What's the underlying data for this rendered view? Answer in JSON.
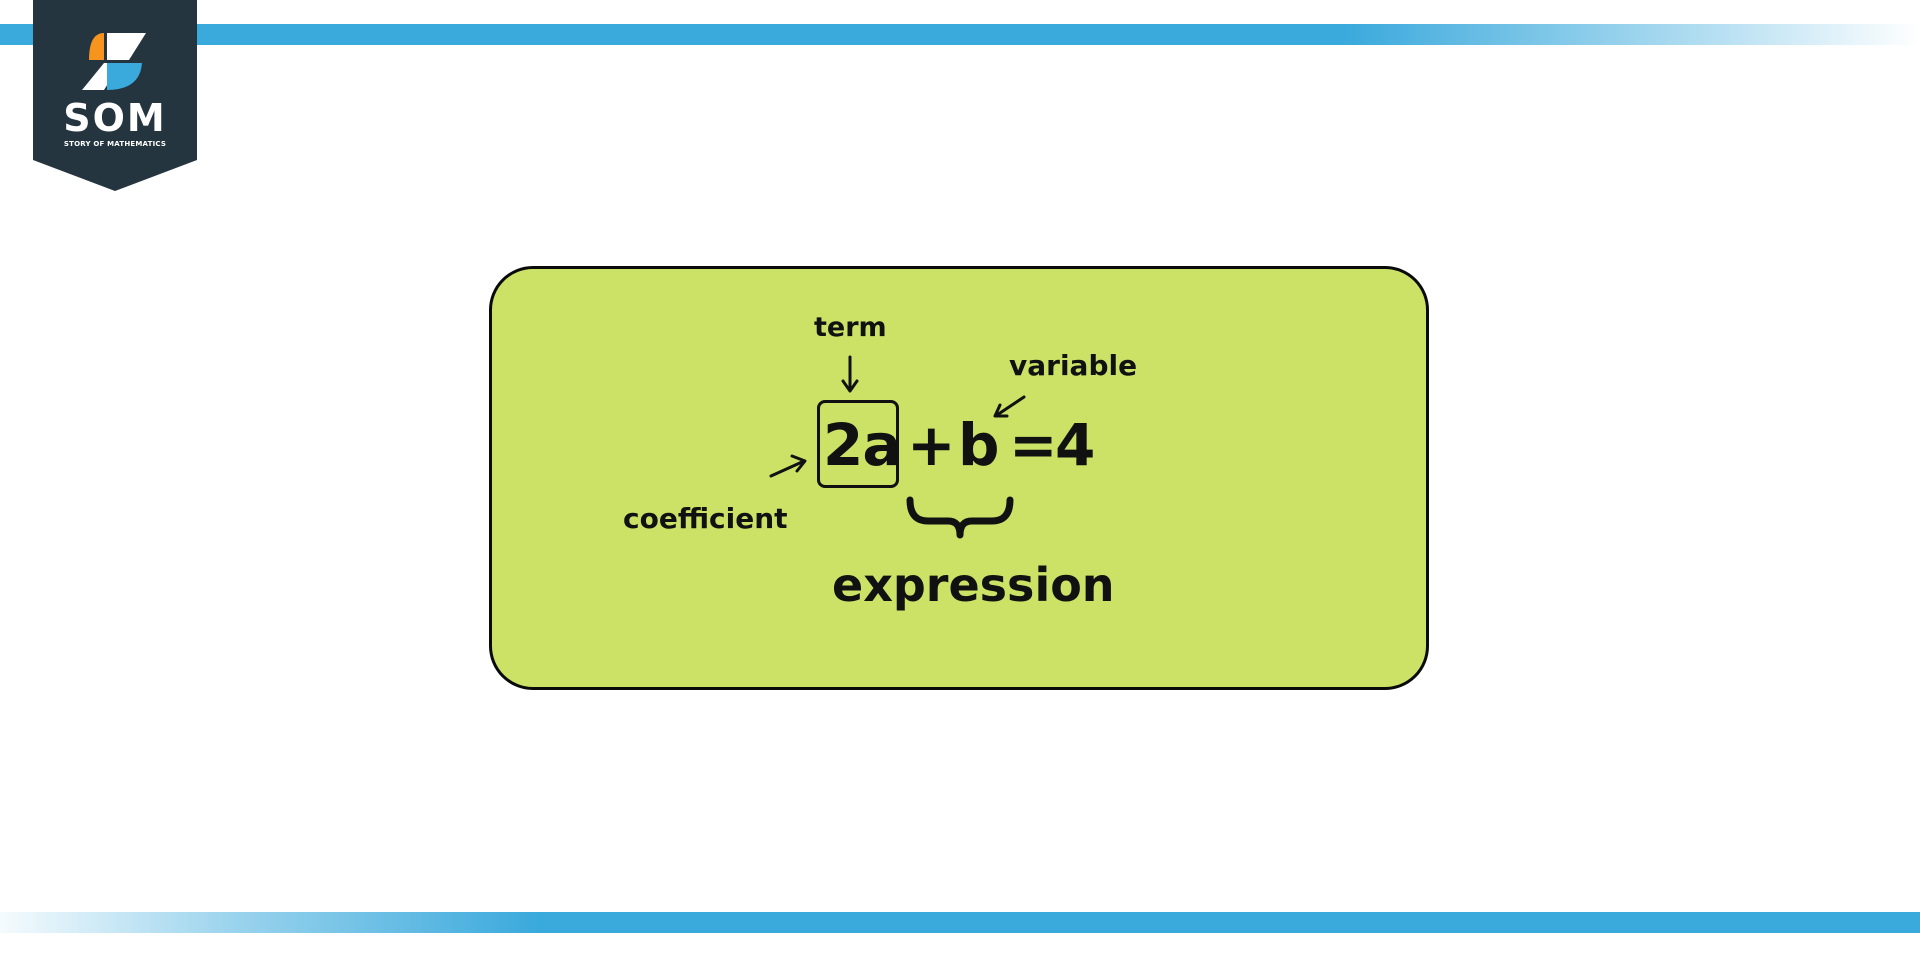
{
  "brand": {
    "logo_text": "SOM",
    "logo_subtitle": "STORY OF MATHEMATICS",
    "badge_color": "#253540",
    "accent_colors": [
      "#f7941d",
      "#3aa9dc",
      "#ffffff"
    ],
    "stripe_color": "#3aa9dc"
  },
  "diagram": {
    "card_color": "#cbe266",
    "equation": {
      "term": "2a",
      "plus": "+",
      "variable": "b",
      "equals": "=",
      "rhs": "4"
    },
    "labels": {
      "term": "term",
      "variable": "variable",
      "coefficient": "coefficient",
      "expression": "expression"
    }
  }
}
